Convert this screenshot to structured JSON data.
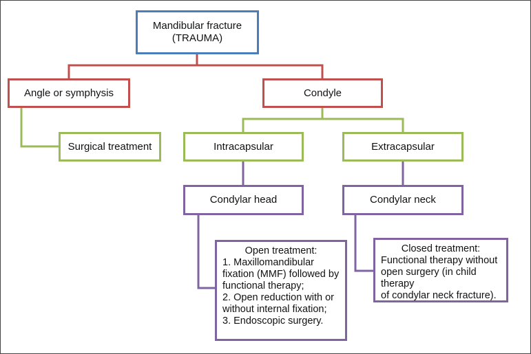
{
  "colors": {
    "root": "#4a7ebb",
    "level1": "#c0504d",
    "level2": "#9bbb59",
    "level3": "#8064a2",
    "border": "#444444"
  },
  "nodes": {
    "root": "Mandibular fracture\n(TRAUMA)",
    "angle": "Angle or symphysis",
    "condyle": "Condyle",
    "surgical": "Surgical treatment",
    "intracapsular": "Intracapsular",
    "extracapsular": "Extracapsular",
    "condylar_head": "Condylar head",
    "condylar_neck": "Condylar neck",
    "open_treatment": {
      "heading": "Open treatment:",
      "body": "1. Maxillomandibular\nfixation (MMF) followed by\nfunctional therapy;\n2. Open reduction with or\nwithout internal fixation;\n3. Endoscopic surgery."
    },
    "closed_treatment": {
      "heading": "Closed treatment:",
      "body": "Functional therapy without\nopen surgery (in child therapy\nof condylar neck fracture)."
    }
  }
}
